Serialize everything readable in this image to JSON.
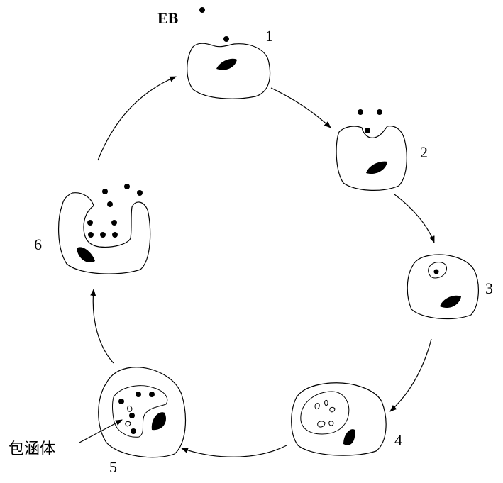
{
  "labels": {
    "eb": "EB",
    "stage1": "1",
    "stage2": "2",
    "stage3": "3",
    "stage4": "4",
    "stage5": "5",
    "stage6": "6",
    "inclusion_body": "包涵体"
  }
}
